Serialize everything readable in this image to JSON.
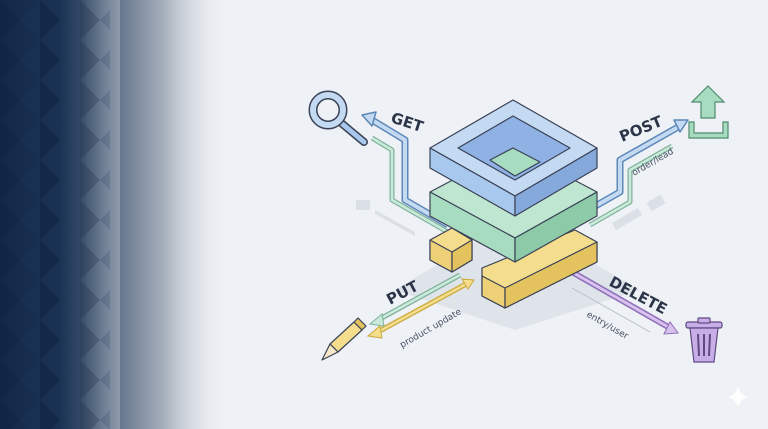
{
  "methods": {
    "get": {
      "label": "GET"
    },
    "post": {
      "label": "POST",
      "sub": "order/lead"
    },
    "put": {
      "label": "PUT",
      "sub": "product update"
    },
    "delete": {
      "label": "DELETE",
      "sub": "entry/user"
    }
  },
  "colors": {
    "blue": "#a9c8ee",
    "green": "#a8dcc0",
    "yellow": "#f4dd8c",
    "purple": "#c8aee6",
    "navy": "#13294a"
  }
}
